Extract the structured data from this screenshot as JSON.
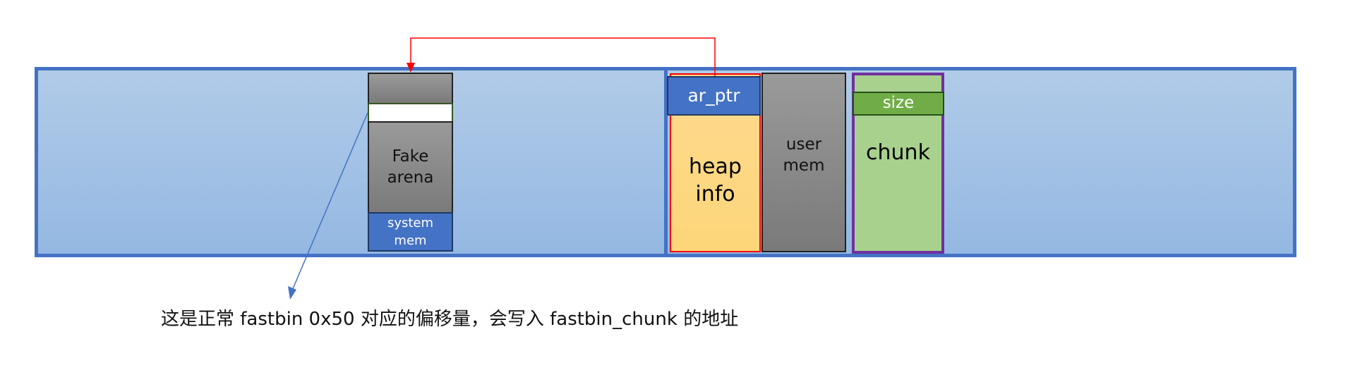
{
  "diagram": {
    "fake_arena": {
      "label": "Fake\narena",
      "system_mem": "system\nmem"
    },
    "heap_info": {
      "label": "heap\ninfo",
      "ar_ptr": "ar_ptr"
    },
    "user_mem": {
      "label": "user\nmem"
    },
    "chunk": {
      "label": "chunk",
      "size": "size"
    },
    "annotation": "这是正常 fastbin 0x50 对应的偏移量，会写入 fastbin_chunk 的地址",
    "colors": {
      "region": "#4472c4",
      "heap_info": "#fed983",
      "chunk": "#a9d18e",
      "chunk_border": "#7030a0",
      "size": "#70ad47",
      "pointer_arrow": "#ff0000",
      "annotation_arrow": "#4472c4"
    }
  }
}
